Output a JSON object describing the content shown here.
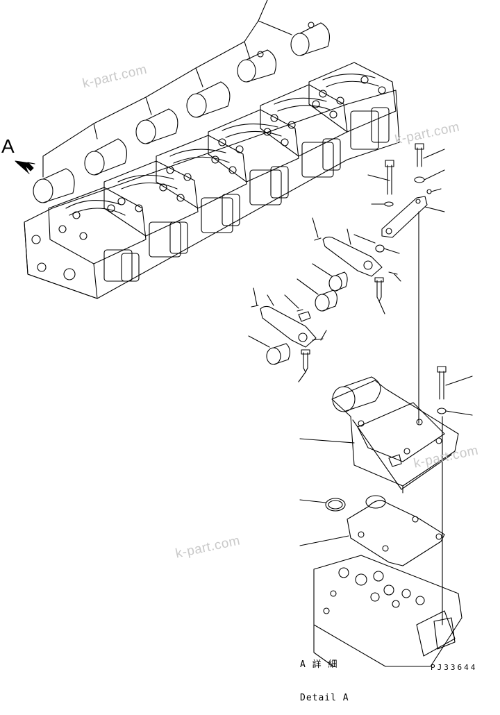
{
  "view_letter": "A",
  "detail_caption": {
    "line1": "A 詳 細",
    "line2": "Detail A"
  },
  "drawing_code": "PJ33644",
  "watermarks": [
    "k-part.com",
    "k-part.com",
    "k-part.com",
    "k-part.com"
  ],
  "colors": {
    "line": "#000000",
    "watermark": "#c9c9c9"
  }
}
